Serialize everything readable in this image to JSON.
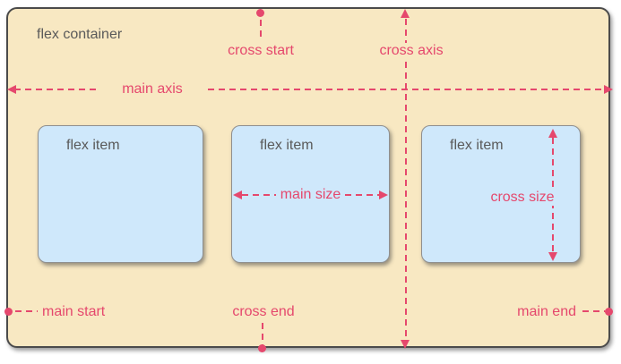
{
  "container": {
    "label": "flex container"
  },
  "items": [
    {
      "label": "flex item"
    },
    {
      "label": "flex item"
    },
    {
      "label": "flex item"
    }
  ],
  "annotations": {
    "main_axis": "main axis",
    "cross_axis": "cross axis",
    "cross_start": "cross start",
    "cross_end": "cross end",
    "main_start": "main start",
    "main_end": "main end",
    "main_size": "main size",
    "cross_size": "cross size"
  },
  "colors": {
    "pink": "#e5486d",
    "cream": "#f8e8c2",
    "blue": "#cfe8fb",
    "gray_text": "#5a5a5a",
    "container_border": "#4b4b4b",
    "item_border": "#8f8f8f"
  }
}
